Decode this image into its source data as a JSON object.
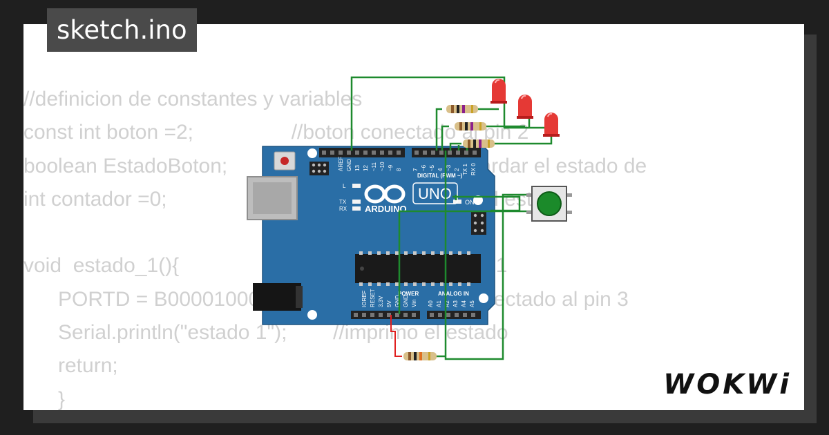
{
  "badge": {
    "title": "sketch.ino"
  },
  "code_lines": [
    "//definicion de constantes y variables",
    "const int boton =2;                 //boton conectado al pin 2",
    "boolean EstadoBoton;                //variable para guardar el estado de",
    "int contador =0;                    //contador para llevar el estado",
    "",
    "void  estado_1(){                           //activa el estado 1",
    "      PORTD = B00001000;          //prendo el led conectado al pin 3",
    "      Serial.println(\"estado 1\");        //imprimo el estado",
    "      return;",
    "      }"
  ],
  "board": {
    "brand": "ARDUINO",
    "model": "UNO",
    "digital_label": "DIGITAL (PWM ~)",
    "power_label": "POWER",
    "analog_label": "ANALOG IN",
    "on_label": "ON",
    "l_label": "L",
    "tx_label": "TX",
    "rx_label": "RX",
    "digital_pins": [
      "AREF",
      "GND",
      "13",
      "12",
      "~11",
      "~10",
      "~9",
      "8",
      "7",
      "~6",
      "~5",
      "4",
      "~3",
      "2",
      "TX 1",
      "RX 0"
    ],
    "power_pins": [
      "IOREF",
      "RESET",
      "3.3V",
      "5V",
      "GND",
      "GND",
      "Vin"
    ],
    "analog_pins": [
      "A0",
      "A1",
      "A2",
      "A3",
      "A4",
      "A5"
    ]
  },
  "logo": {
    "text": "WOKWi"
  },
  "colors": {
    "wire_green": "#1e8a2e",
    "wire_red": "#e02020",
    "board_blue": "#2a6ea6",
    "led_red": "#e53935",
    "button_green": "#1b8a2a"
  }
}
